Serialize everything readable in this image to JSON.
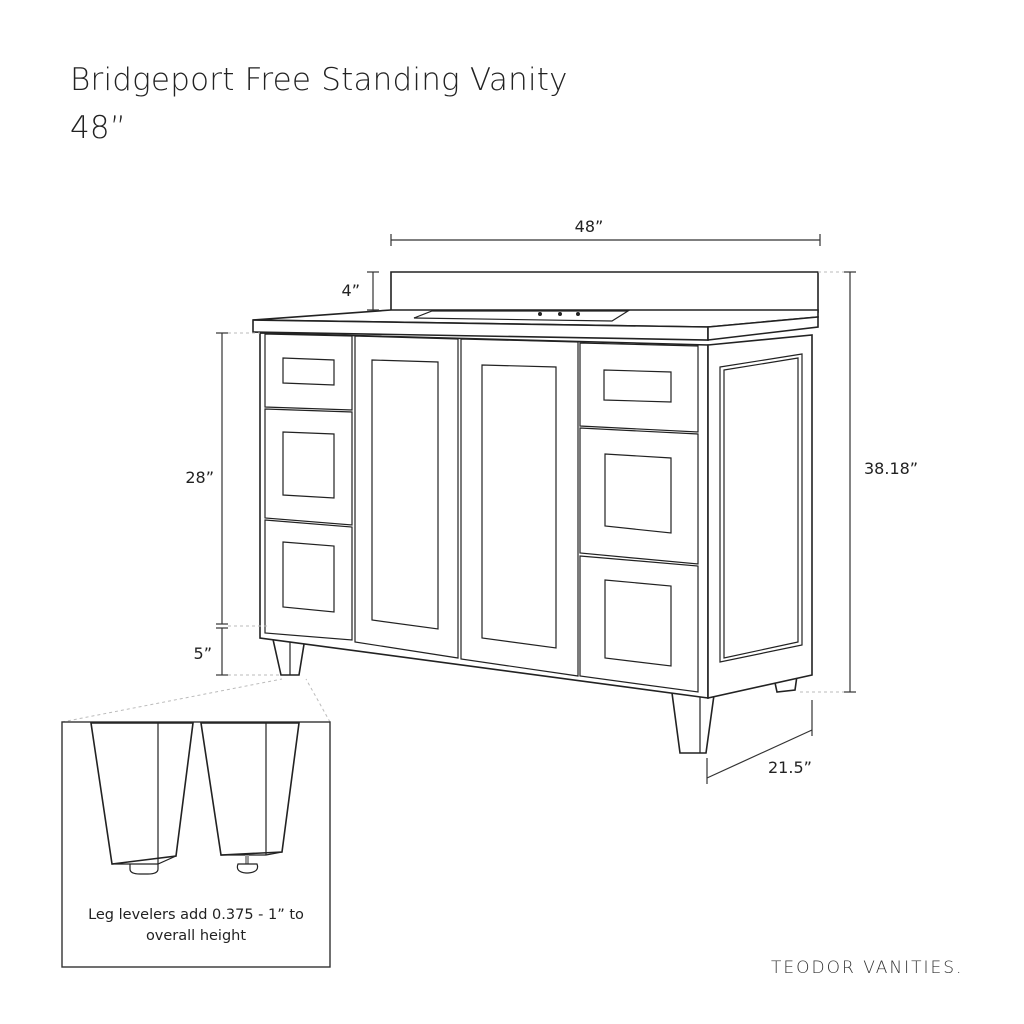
{
  "title": {
    "line1": "Bridgeport Free Standing Vanity",
    "line2": "48”"
  },
  "dimensions": {
    "width": "48”",
    "backsplash": "4”",
    "cabinet_height": "28”",
    "leg_height": "5”",
    "overall_height": "38.18”",
    "depth": "21.5”"
  },
  "inset": {
    "note": "Leg levelers add 0.375 - 1” to overall height"
  },
  "brand": {
    "logo_text": "TEODOR VANITIES."
  }
}
